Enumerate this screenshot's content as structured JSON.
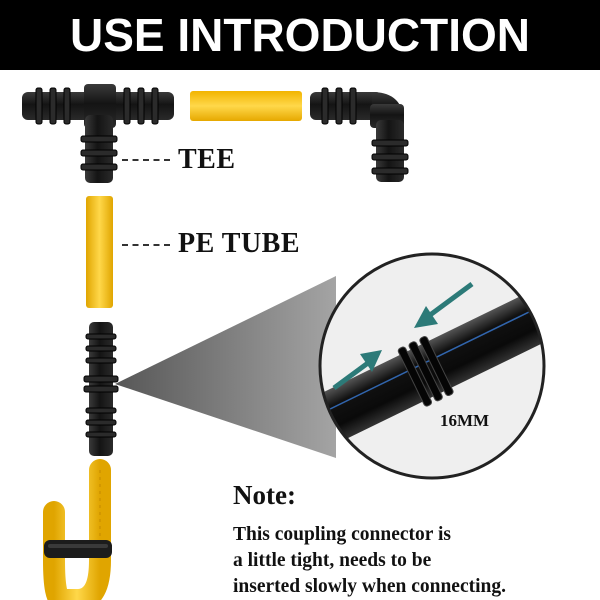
{
  "banner": {
    "title": "USE INTRODUCTION"
  },
  "callouts": {
    "tee": "TEE",
    "pe_tube": "PE TUBE"
  },
  "detail": {
    "size_label": "16MM"
  },
  "note": {
    "title": "Note:",
    "lines": [
      "This coupling connector is",
      "a little tight, needs to be",
      "inserted slowly when connecting."
    ]
  },
  "colors": {
    "banner": "#000000",
    "connector": "#1a1a1a",
    "tube": "#f5c518",
    "arrow": "#2c7a78"
  }
}
